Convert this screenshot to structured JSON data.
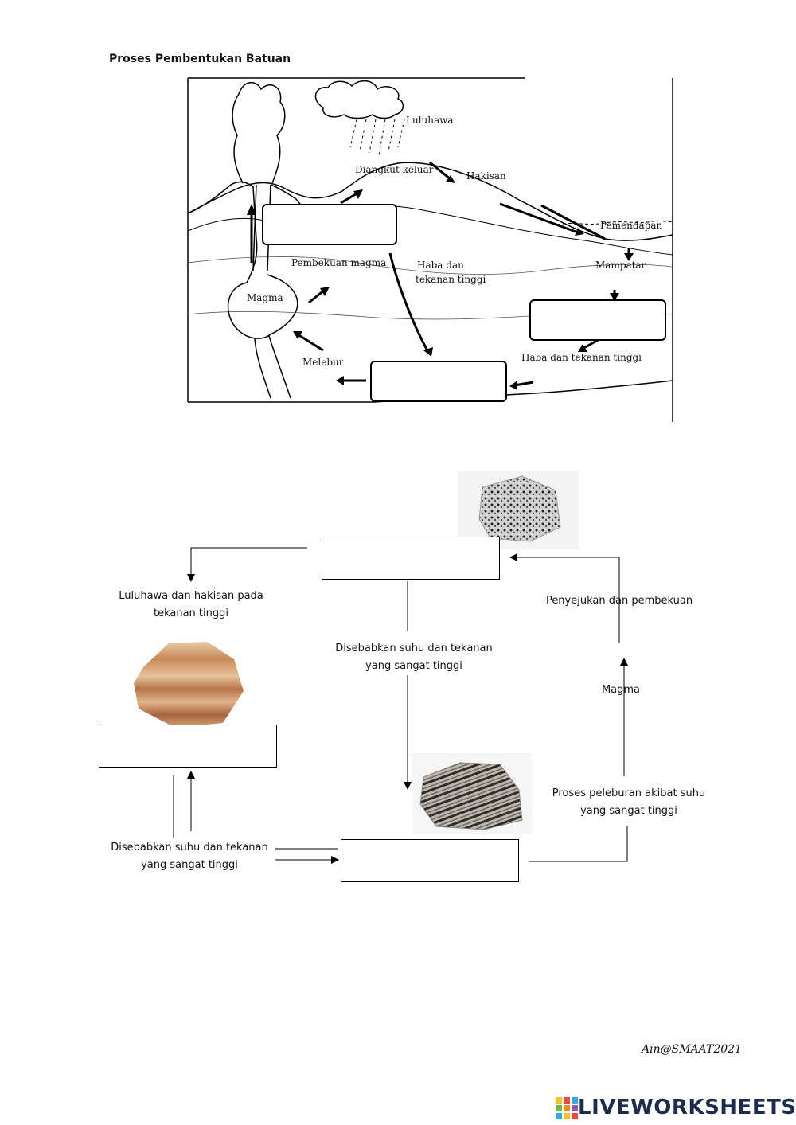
{
  "title": "Proses Pembentukan Batuan",
  "diagram": {
    "labels": {
      "luluhawa": "Luluhawa",
      "diangkut": "Diangkut keluar",
      "hakisan": "Hakisan",
      "pemendapan": "Pemendapan",
      "mampatan": "Mampatan",
      "pembekuan": "Pembekuan magma",
      "haba1": "Haba dan",
      "haba2": "tekanan tinggi",
      "magma": "Magma",
      "melebur": "Melebur",
      "haba_tekanan": "Haba dan tekanan tinggi"
    },
    "answer_boxes": [
      "",
      "",
      ""
    ]
  },
  "flow": {
    "labels": {
      "luluhawa_1": "Luluhawa dan hakisan pada",
      "luluhawa_2": "tekanan tinggi",
      "disebabkan_top_1": "Disebabkan suhu dan tekanan",
      "disebabkan_top_2": "yang sangat tinggi",
      "penyejukan": "Penyejukan dan pembekuan",
      "magma": "Magma",
      "proses_1": "Proses peleburan akibat suhu",
      "proses_2": "yang sangat tinggi",
      "disebabkan_bottom_1": "Disebabkan suhu dan tekanan",
      "disebabkan_bottom_2": "yang sangat tinggi"
    },
    "answer_boxes": [
      "",
      "",
      ""
    ]
  },
  "signature": "Ain@SMAAT2021",
  "brand": "LIVEWORKSHEETS"
}
